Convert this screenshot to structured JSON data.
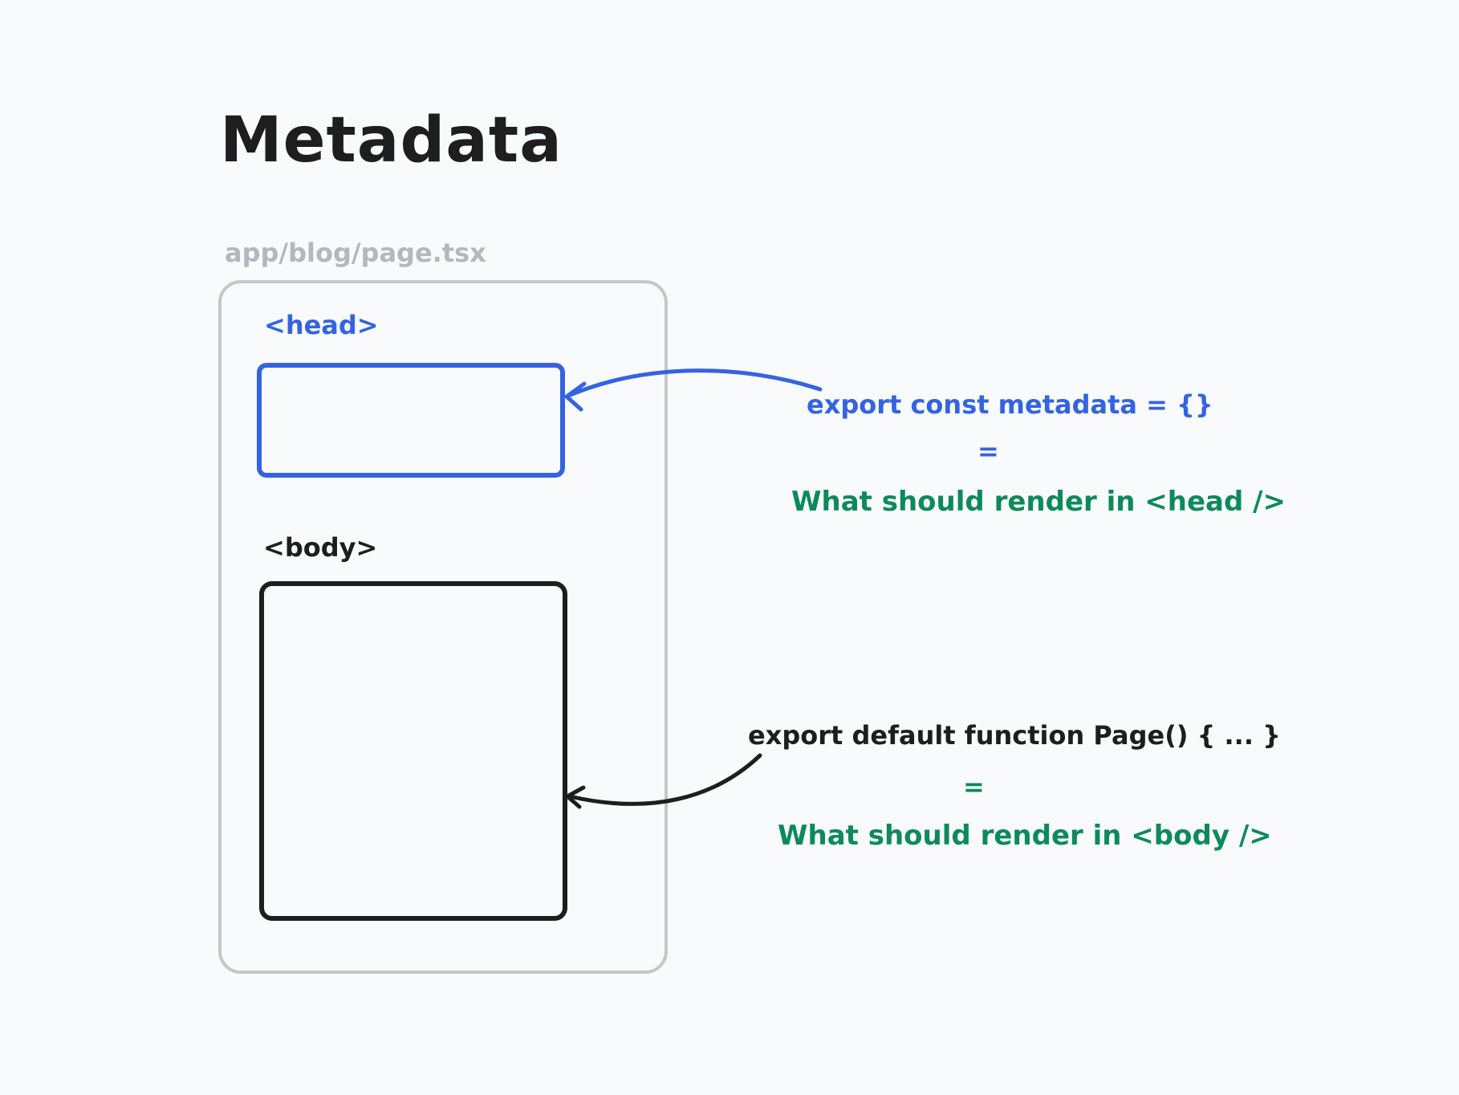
{
  "title": "Metadata",
  "file_path": "app/blog/page.tsx",
  "page_frame": {
    "head_label": "<head>",
    "body_label": "<body>"
  },
  "annotations": {
    "head": {
      "code": "export const metadata = {}",
      "equals": "=",
      "description": "What should render in <head />"
    },
    "body": {
      "code": "export default function Page() { ... }",
      "equals": "=",
      "description": "What should render in <body />"
    }
  },
  "colors": {
    "background": "#f8fafc",
    "head_accent": "#3563e0",
    "body_accent": "#1e1e1e",
    "description_green": "#0d8a5a",
    "frame_gray": "#c4c6c8"
  }
}
